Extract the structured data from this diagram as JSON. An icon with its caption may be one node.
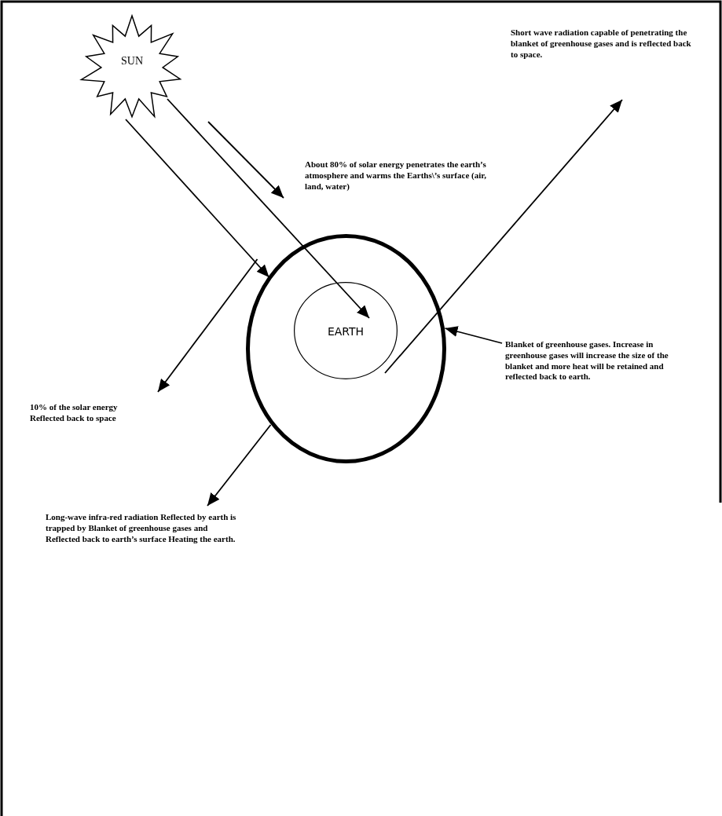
{
  "diagram": {
    "nodes": [
      {
        "text": [
          "SUN"
        ]
      },
      {
        "text": [
          "Short wave radiation capable of penetrating the blanket of greenhouse gases and is reflected back  to space."
        ]
      },
      {
        "text": [
          "About 80% of solar energy penetrates the earth’s atmosphere and warms the Earths\\’s surface (air, land, water)"
        ]
      },
      {
        "text": [],
        "shape": "circle"
      },
      {
        "text": [
          "EARTH"
        ],
        "in": 3
      },
      {
        "text": [
          "Blanket of greenhouse gases. Increase in greenhouse gases will increase the size of the blanket and more heat will be retained and reflected back to earth."
        ]
      },
      {
        "text": [
          "10% of the solar energy Reflected back to space"
        ]
      },
      {
        "text": [
          "Long-wave infra-red radiation Reflected by earth is trapped by Blanket of greenhouse gases and Reflected back to earth’s surface Heating the earth."
        ]
      }
    ],
    "edges": [
      {
        "from": 0,
        "to": 3,
        "arrow": "to"
      },
      {
        "from": 0,
        "to": 4,
        "arrow": "to"
      },
      {
        "from": null,
        "to": 2,
        "arrow": "to"
      },
      {
        "from": 3,
        "to": 6,
        "arrow": "to"
      },
      {
        "from": 4,
        "to": 1,
        "arrow": "to"
      },
      {
        "from": 3,
        "to": 7,
        "arrow": "to"
      },
      {
        "from": 5,
        "to": 3,
        "arrow": "to"
      }
    ]
  }
}
